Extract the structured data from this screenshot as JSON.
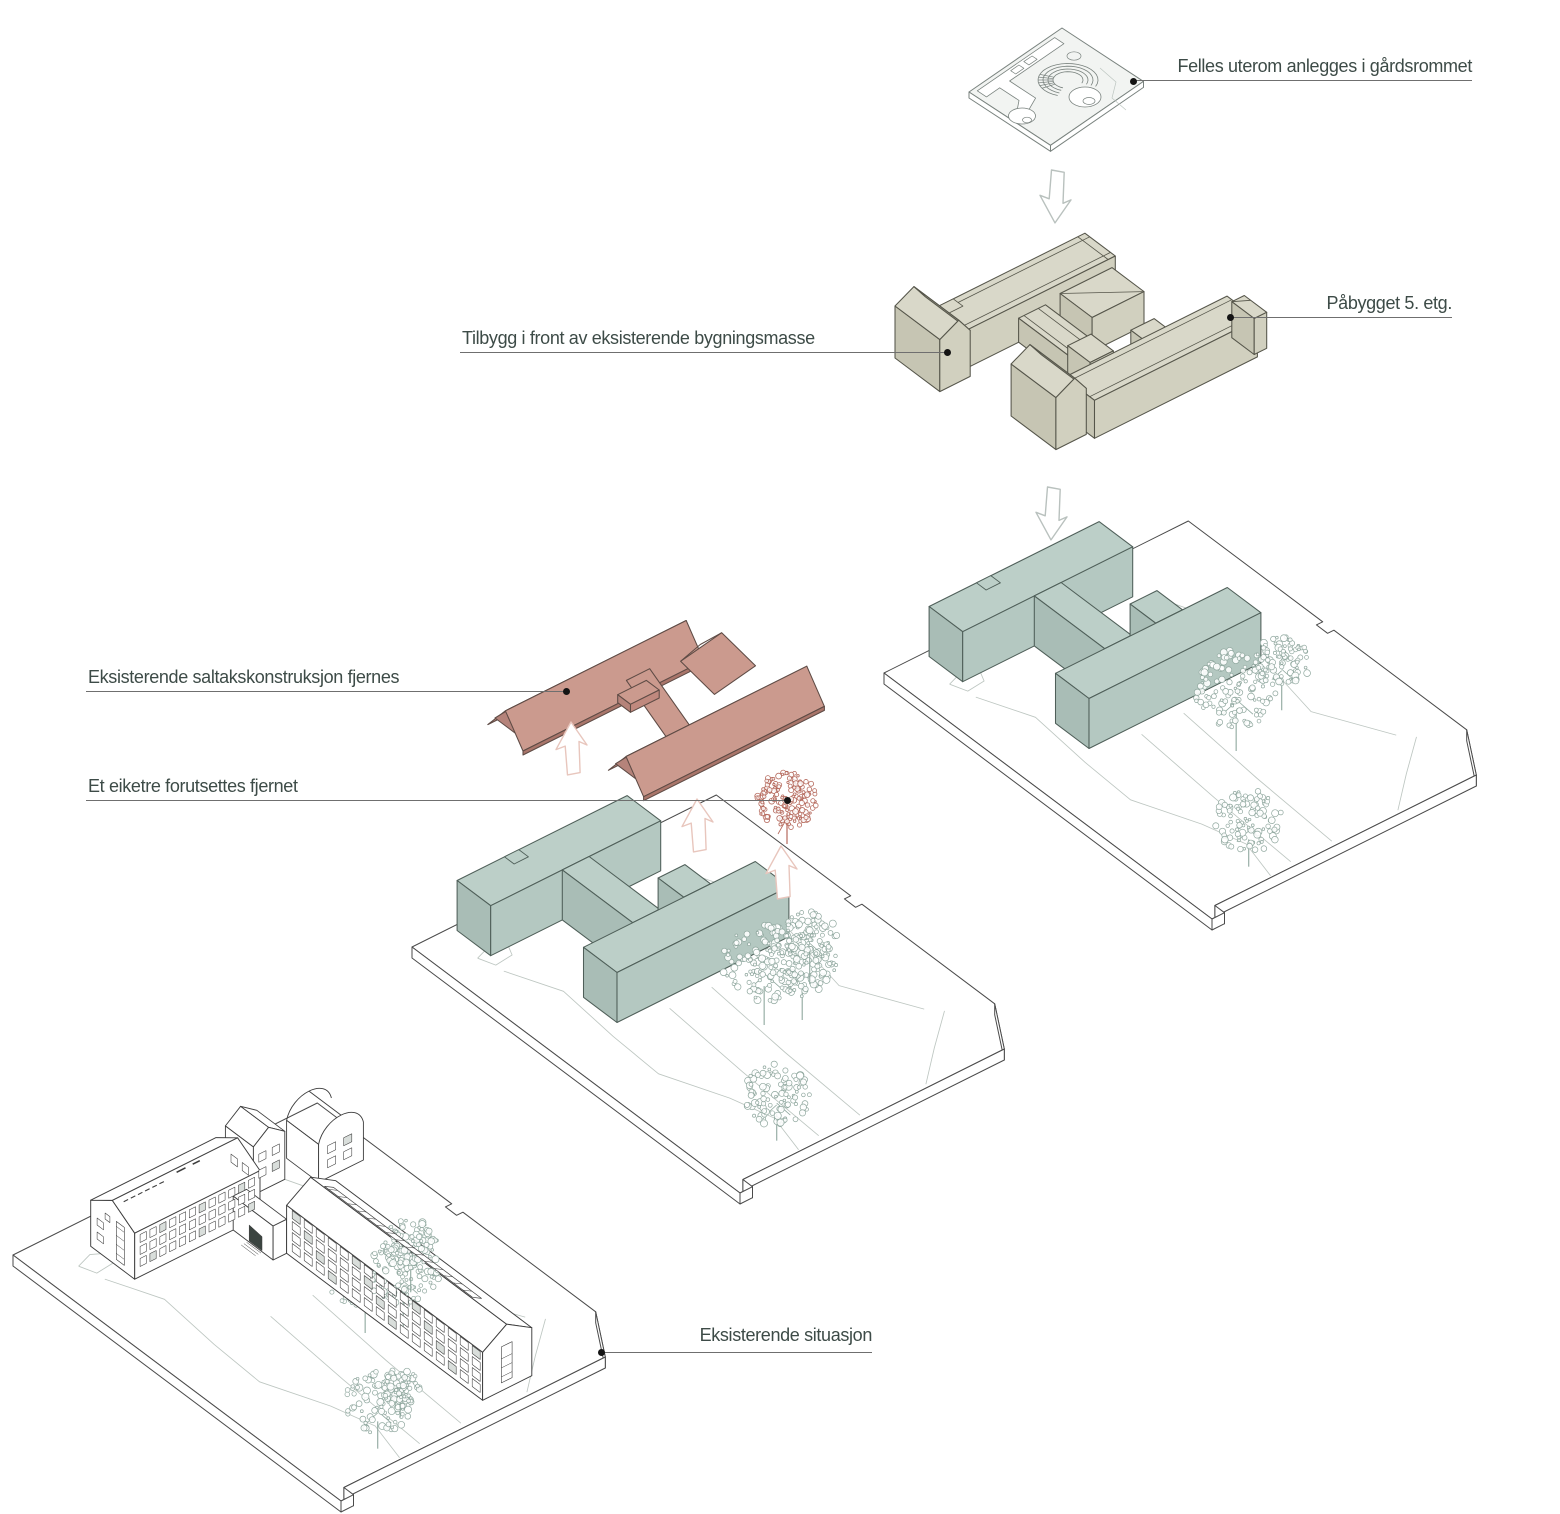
{
  "annotations": {
    "felles": "Felles uterom anlegges i gårdsrommet",
    "tilbygg": "Tilbygg i front av eksisterende bygningsmasse",
    "pabygget": "Påbygget 5. etg.",
    "saltak": "Eksisterende saltakskonstruksjon fjernes",
    "eiketre": "Et eiketre forutsettes fjernet",
    "situasjon": "Eksisterende situasjon"
  },
  "colors": {
    "background": "#ffffff",
    "label_text": "#3d4b47",
    "leader_line": "#6f6f6f",
    "leader_dot": "#141414",
    "green_top": "#bccfc8",
    "green_left": "#a9bdb6",
    "green_front": "#b4c8c1",
    "green_stroke": "#4f5f59",
    "beige_top": "#d9d8c9",
    "beige_left": "#c6c5b3",
    "beige_front": "#d1d0bf",
    "beige_stroke": "#55554a",
    "salmon_near": "#cb9a8e",
    "salmon_far": "#c0897e",
    "salmon_end": "#b5837a",
    "salmon_fascia": "#a9756a",
    "salmon_stroke": "#5e4b45",
    "tree_stroke": "#8fa79e",
    "red_tree": "#b5695c",
    "site_stroke": "#4a4a4a",
    "terrain_stroke": "#bdc6c1",
    "drawing_stroke": "#3d3d3d",
    "arrow_gray": "#b9c1be",
    "arrow_pink": "#e8c6bd",
    "tile_fill": "#f2f4f2",
    "tile_stroke": "#79827e"
  },
  "icons": {
    "down_arrow": "outlined-3d-step-arrow-down",
    "up_arrow": "outlined-3d-removal-arrow-up",
    "tree": "deciduous-tree-bubble-outline",
    "red_tree": "oak-tree-to-be-removed",
    "leader_dot": "annotation-endpoint-dot"
  }
}
